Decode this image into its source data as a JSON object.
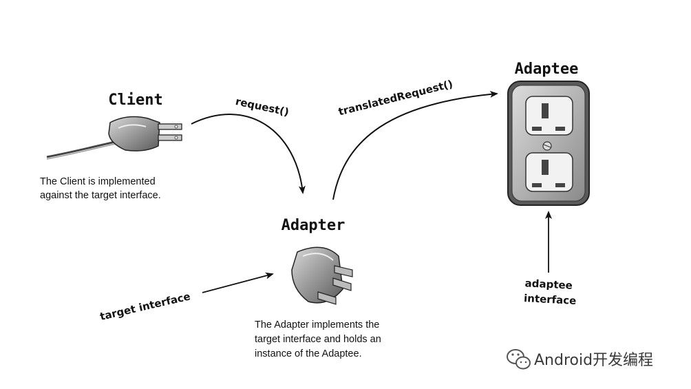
{
  "nodes": {
    "client": {
      "title": "Client",
      "description": [
        "The Client is implemented",
        "against the target interface."
      ]
    },
    "adapter": {
      "title": "Adapter",
      "description": [
        "The Adapter implements the",
        "target interface and holds an",
        "instance of the Adaptee."
      ]
    },
    "adaptee": {
      "title": "Adaptee"
    }
  },
  "arrows": {
    "request": "request()",
    "translated_request": "translatedRequest()",
    "target_interface": "target interface",
    "adaptee_interface": [
      "adaptee",
      "interface"
    ]
  },
  "watermark": {
    "text": "Android开发编程",
    "icon": "wechat-icon"
  }
}
